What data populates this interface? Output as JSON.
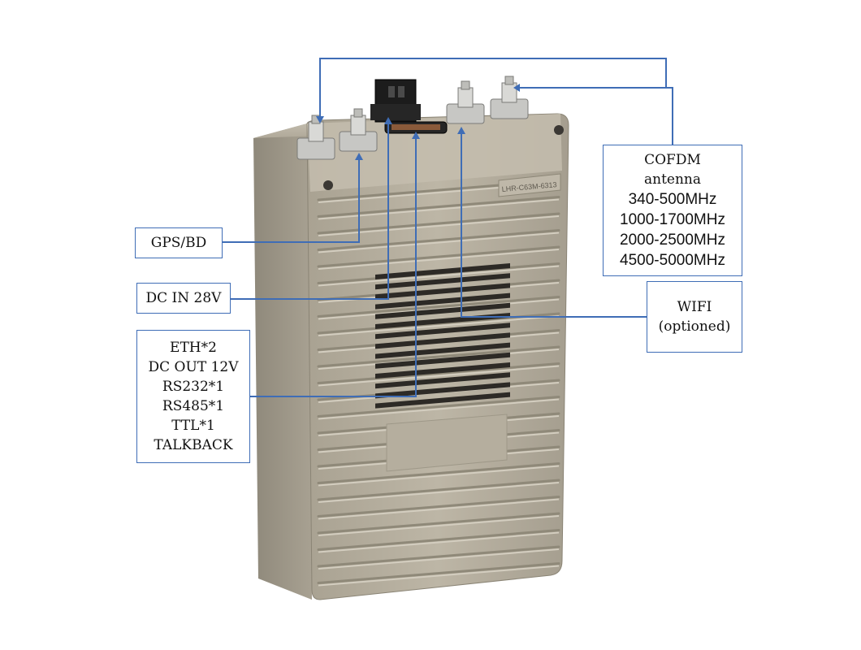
{
  "labels": {
    "gps": "GPS/BD",
    "dc_in": "DC IN 28V",
    "interfaces": [
      "ETH*2",
      "DC OUT 12V",
      "RS232*1",
      "RS485*1",
      "TTL*1",
      "TALKBACK"
    ],
    "cofdm": {
      "title_lines": [
        "COFDM",
        "antenna"
      ],
      "bands": [
        "340-500MHz",
        "1000-1700MHz",
        "2000-2500MHz",
        "4500-5000MHz"
      ]
    },
    "wifi": [
      "WIFI",
      "(optioned)"
    ]
  },
  "device": {
    "model_plate": "LHR-C63M-6313"
  },
  "colors": {
    "leader": "#3f6db6",
    "body": "#b9b2a2",
    "body_shadow": "#8e8879",
    "body_highlight": "#d6d0c2"
  }
}
